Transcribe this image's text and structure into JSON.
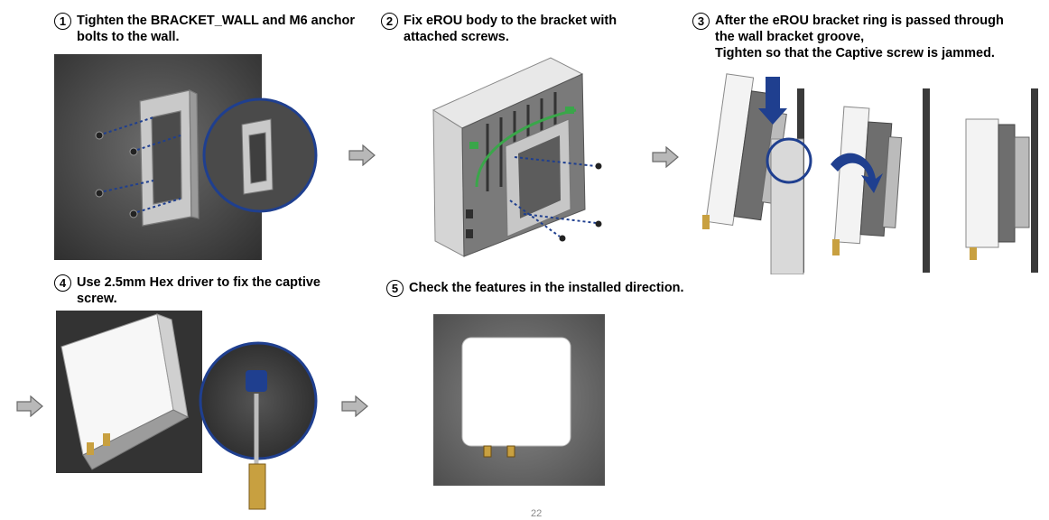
{
  "steps": [
    {
      "number": "1",
      "text": "Tighten the BRACKET_WALL and M6 anchor\nbolts to the wall."
    },
    {
      "number": "2",
      "text": "Fix eROU body to the bracket with\nattached screws."
    },
    {
      "number": "3",
      "text": "After the eROU bracket ring is passed through\nthe wall bracket groove,\nTighten so that the Captive screw is jammed."
    },
    {
      "number": "4",
      "text": "Use 2.5mm Hex driver to fix the captive\nscrew."
    },
    {
      "number": "5",
      "text": "Check the features in the installed direction."
    }
  ],
  "page_number": "22",
  "icons": [
    "next-step-arrow-icon"
  ],
  "colors": {
    "accent_blue": "#1f3f8f",
    "connector_green": "#3aa64a",
    "brass": "#c8a040"
  }
}
